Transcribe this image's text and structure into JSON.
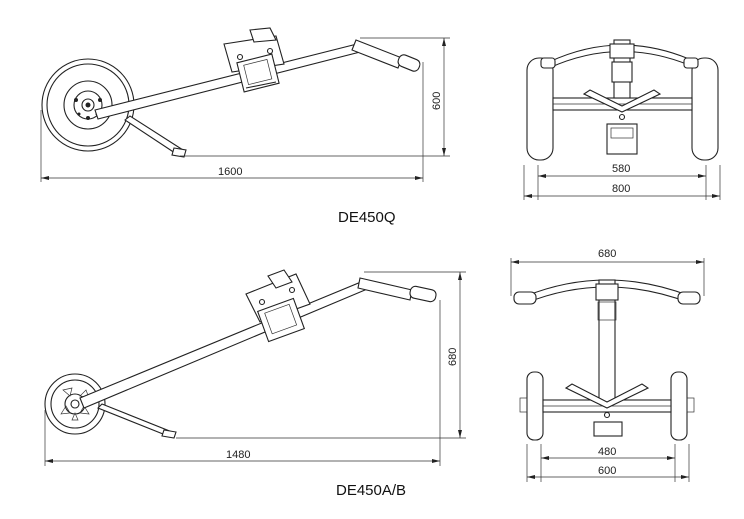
{
  "top": {
    "model": "DE450Q",
    "side_length": "1600",
    "side_height": "600",
    "front_wheel_span": "580",
    "front_width": "800"
  },
  "bottom": {
    "model": "DE450A/B",
    "side_length": "1480",
    "side_height": "680",
    "front_handle_width": "680",
    "front_wheel_span": "480",
    "front_width": "600"
  }
}
